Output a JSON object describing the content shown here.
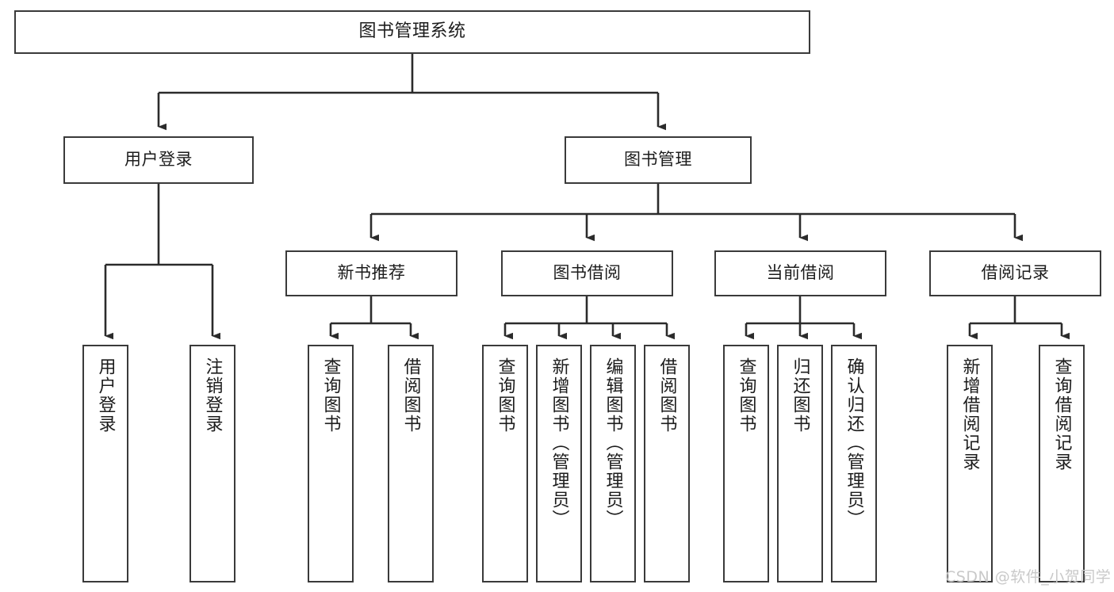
{
  "diagram": {
    "title": "图书管理系统",
    "type": "tree-hierarchy",
    "watermark": "CSDN @软件_小贺同学",
    "colors": {
      "box_border": "#3a3a3a",
      "box_fill": "#ffffff",
      "edge": "#2b2b2b",
      "text": "#1c1c1c",
      "watermark": "#c9c9c9",
      "background": "#ffffff"
    },
    "nodes": {
      "root": {
        "label": "图书管理系统"
      },
      "level2": [
        {
          "id": "user-login",
          "label": "用户登录"
        },
        {
          "id": "book-manage",
          "label": "图书管理"
        }
      ],
      "level3": [
        {
          "id": "new-book-recommend",
          "label": "新书推荐"
        },
        {
          "id": "book-borrow",
          "label": "图书借阅"
        },
        {
          "id": "current-borrow",
          "label": "当前借阅"
        },
        {
          "id": "borrow-record",
          "label": "借阅记录"
        }
      ],
      "leaves": {
        "user-login": [
          {
            "id": "leaf-user-login",
            "label": "用户登录"
          },
          {
            "id": "leaf-logout-login",
            "label": "注销登录"
          }
        ],
        "new-book-recommend": [
          {
            "id": "leaf-query-book-1",
            "label": "查询图书"
          },
          {
            "id": "leaf-borrow-book-1",
            "label": "借阅图书"
          }
        ],
        "book-borrow": [
          {
            "id": "leaf-query-book-2",
            "label": "查询图书"
          },
          {
            "id": "leaf-add-book",
            "label": "新增图书（管理员）"
          },
          {
            "id": "leaf-edit-book",
            "label": "编辑图书（管理员）"
          },
          {
            "id": "leaf-borrow-book-2",
            "label": "借阅图书"
          }
        ],
        "current-borrow": [
          {
            "id": "leaf-query-book-3",
            "label": "查询图书"
          },
          {
            "id": "leaf-return-book",
            "label": "归还图书"
          },
          {
            "id": "leaf-confirm-return",
            "label": "确认归还（管理员）"
          }
        ],
        "borrow-record": [
          {
            "id": "leaf-add-record",
            "label": "新增借阅记录"
          },
          {
            "id": "leaf-query-record",
            "label": "查询借阅记录"
          }
        ]
      }
    }
  }
}
